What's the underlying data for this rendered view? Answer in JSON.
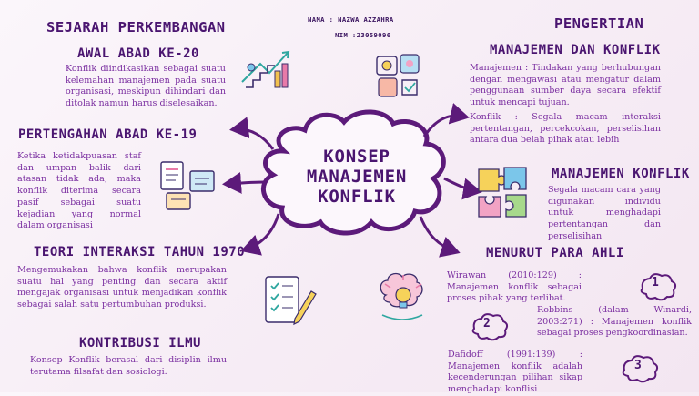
{
  "meta": {
    "name": "NAMA : NAZWA AZZAHRA",
    "nim": "NIM :23059096"
  },
  "center": {
    "line1": "KONSEP",
    "line2": "MANAJEMEN",
    "line3": "KONFLIK"
  },
  "left": {
    "title1": "SEJARAH PERKEMBANGAN",
    "sec1": {
      "title": "AWAL ABAD KE-20",
      "text": "Konflik diindikasikan sebagai suatu kelemahan manajemen pada suatu organisasi, meskipun dihindari dan ditolak namun harus diselesaikan."
    },
    "sec2": {
      "title": "PERTENGAHAN ABAD KE-19",
      "text": "Ketika ketidakpuasan staf dan umpan balik dari atasan tidak ada, maka konflik diterima secara pasif sebagai suatu kejadian yang normal dalam organisasi"
    },
    "sec3": {
      "title": "TEORI INTERAKSI TAHUN 1970",
      "text": "Mengemukakan bahwa konflik merupakan suatu hal yang penting  dan secara aktif mengajak organisasi untuk menjadikan konflik sebagai salah satu pertumbuhan produksi."
    },
    "sec4": {
      "title": "KONTRIBUSI ILMU",
      "text": "Konsep Konflik berasal dari disiplin ilmu terutama filsafat dan sosiologi."
    }
  },
  "right": {
    "title1": "PENGERTIAN",
    "sec1": {
      "title": "MANAJEMEN DAN KONFLIK",
      "text1": "Manajemen : Tindakan yang berhubungan dengan mengawasi atau mengatur dalam penggunaan sumber daya secara efektif untuk mencapi tujuan.",
      "text2": "Konflik : Segala macam interaksi pertentangan, percekcokan, perselisihan antara dua belah pihak atau lebih"
    },
    "sec2": {
      "title": "MANAJEMEN KONFLIK",
      "text": "Segala macam cara yang digunakan individu untuk menghadapi pertentangan dan perselisihan"
    },
    "sec3": {
      "title": "MENURUT PARA AHLI",
      "wirawan": "Wirawan (2010:129) : Manajemen konflik sebagai proses pihak yang terlibat.",
      "robbins": "Robbins (dalam Winardi, 2003:271) : Manajemen konflik sebagai proses pengkoordinasian.",
      "dafidoff": "Dafidoff (1991:139) : Manajemen konflik adalah kecenderungan pilihan sikap menghadapi konflisi",
      "num1": "1",
      "num2": "2",
      "num3": "3"
    }
  },
  "colors": {
    "title": "#4a1570",
    "text": "#7a2ea0",
    "accent": "#5c1a7a"
  },
  "icons": [
    "chart-arrow-icon",
    "puzzle-head-icon",
    "papers-icon",
    "puzzle-icon",
    "checklist-pencil-icon",
    "brain-bulb-icon"
  ]
}
